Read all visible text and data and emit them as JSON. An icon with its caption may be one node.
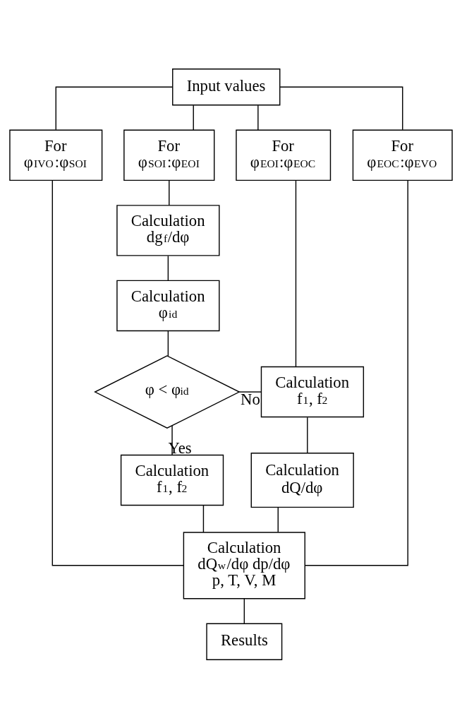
{
  "diagram": {
    "nodes": [
      {
        "text": [
          "Input values"
        ]
      },
      {
        "text": [
          "For",
          "φ$_{IVO}$:φ$_{SOI}$"
        ]
      },
      {
        "text": [
          "For",
          "φ$_{SOI}$:φ$_{EOI}$"
        ]
      },
      {
        "text": [
          "For",
          "φ$_{EOI}$:φ$_{EOC}$"
        ]
      },
      {
        "text": [
          "For",
          "φ$_{EOC}$:φ$_{EVO}$"
        ]
      },
      {
        "text": [
          "Calculation",
          "dg$_{f}$/dφ"
        ]
      },
      {
        "text": [
          "Calculation",
          "φ$_{id}$"
        ]
      },
      {
        "text": [
          "φ < φ$_{id}$"
        ]
      },
      {
        "text": [
          "Calculation",
          "f$_{1}$, f$_{2}$"
        ]
      },
      {
        "text": [
          "Calculation",
          "dQ/dφ"
        ]
      },
      {
        "text": [
          "Calculation",
          "f$_{1}$, f$_{2}$"
        ]
      },
      {
        "text": [
          "Calculation",
          "dQ$_{w}$/dφ dp/dφ",
          "p, T, V, M"
        ]
      },
      {
        "text": [
          "Results"
        ]
      }
    ],
    "edges": [
      {
        "from": 0,
        "to": 1,
        "arrow": "none"
      },
      {
        "from": 0,
        "to": 2,
        "arrow": "none"
      },
      {
        "from": 0,
        "to": 3,
        "arrow": "none"
      },
      {
        "from": 0,
        "to": 4,
        "arrow": "none"
      },
      {
        "from": 2,
        "to": 5,
        "arrow": "none"
      },
      {
        "from": 5,
        "to": 6,
        "arrow": "none"
      },
      {
        "from": 6,
        "to": 7,
        "arrow": "none"
      },
      {
        "from": 7,
        "to": 8,
        "arrow": "none",
        "label": "No"
      },
      {
        "from": 7,
        "to": 10,
        "arrow": "none",
        "label": "Yes"
      },
      {
        "from": 3,
        "to": 8,
        "arrow": "none"
      },
      {
        "from": 8,
        "to": 9,
        "arrow": "none"
      },
      {
        "from": 1,
        "to": 11,
        "arrow": "none"
      },
      {
        "from": 10,
        "to": 11,
        "arrow": "none"
      },
      {
        "from": 9,
        "to": 11,
        "arrow": "none"
      },
      {
        "from": 4,
        "to": 11,
        "arrow": "none"
      },
      {
        "from": 11,
        "to": 12,
        "arrow": "none"
      }
    ]
  }
}
